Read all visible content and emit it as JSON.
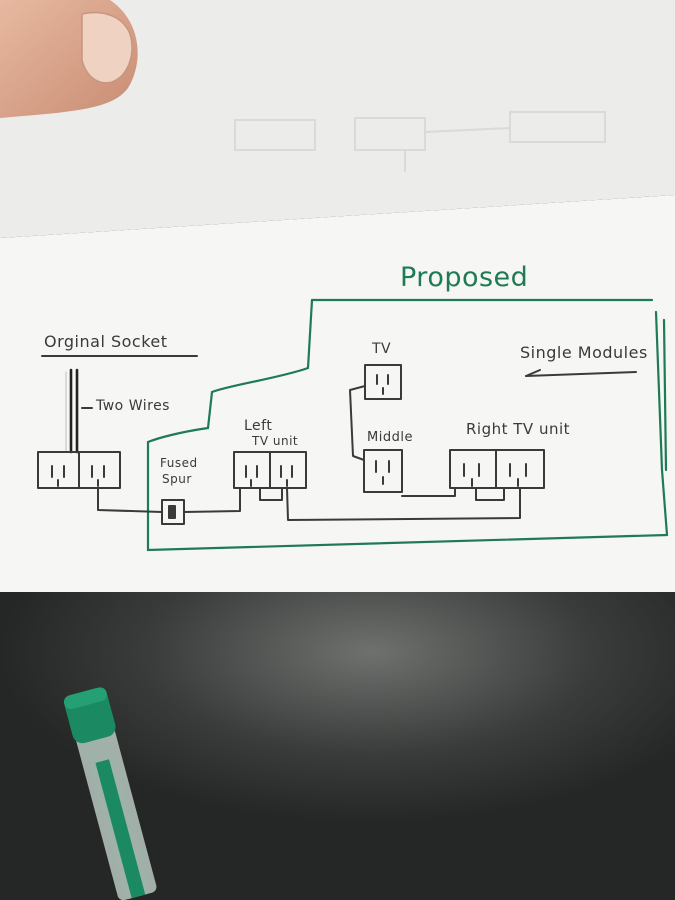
{
  "diagram": {
    "proposed_title": "Proposed",
    "original_socket_title": "Orginal Socket",
    "two_wires_label": "Two Wires",
    "fused_spur_label_line1": "Fused",
    "fused_spur_label_line2": "Spur",
    "left_tv_unit_label_line1": "Left",
    "left_tv_unit_label_line2": "TV unit",
    "tv_label": "TV",
    "middle_label": "Middle",
    "right_tv_unit_label": "Right  TV unit",
    "single_modules_label": "Single Modules"
  },
  "colors": {
    "ink_pencil": "#3a3a3a",
    "ink_green": "#1f7a56",
    "paper": "#f6f6f4",
    "desk": "#2b2d2c",
    "pen_green": "#1b8a63"
  }
}
